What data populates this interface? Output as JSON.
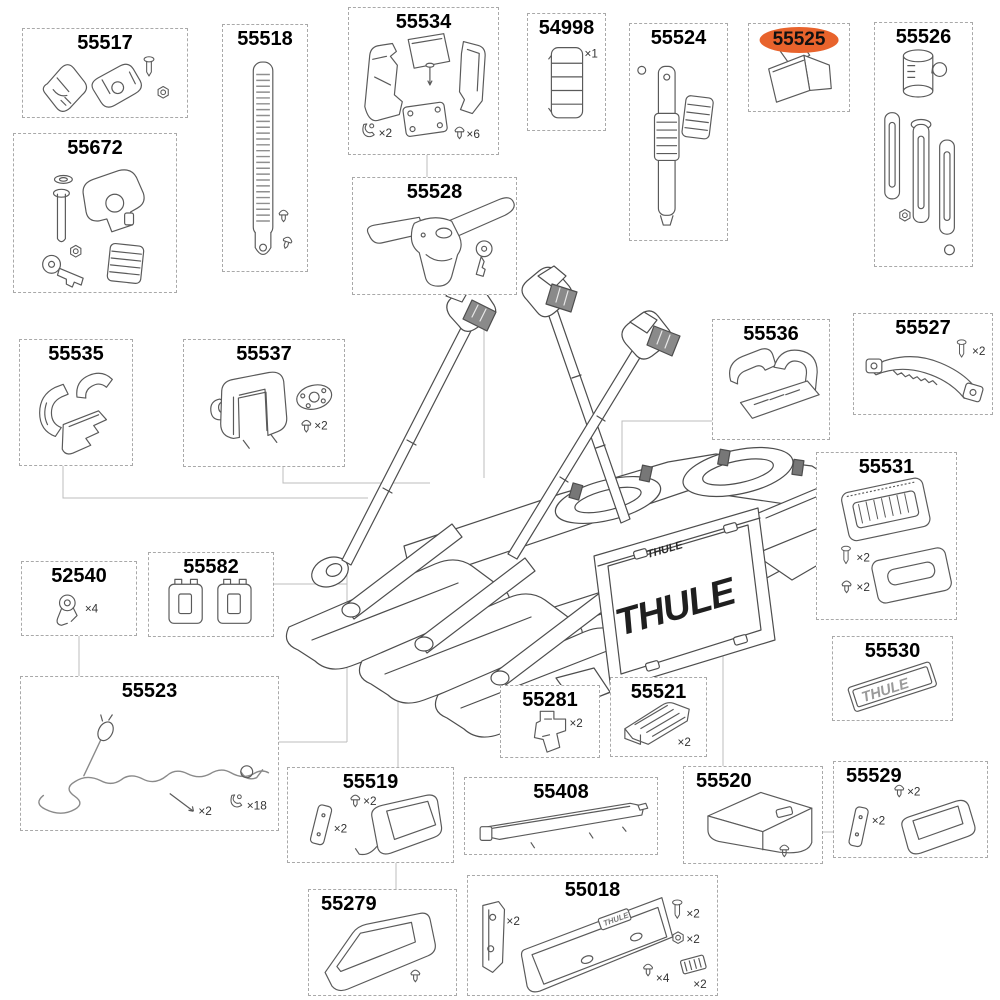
{
  "diagram": {
    "brand_large": "THULE",
    "brand_small": "THULE",
    "highlight_color": "#e8632c"
  },
  "boxes": [
    {
      "id": "55517",
      "label": "55517",
      "quantities": []
    },
    {
      "id": "55518",
      "label": "55518",
      "quantities": []
    },
    {
      "id": "55672",
      "label": "55672",
      "quantities": []
    },
    {
      "id": "55534",
      "label": "55534",
      "quantities": [
        "×2",
        "×6"
      ]
    },
    {
      "id": "54998",
      "label": "54998",
      "quantities": [
        "×1"
      ]
    },
    {
      "id": "55524",
      "label": "55524",
      "quantities": []
    },
    {
      "id": "55525",
      "label": "55525",
      "quantities": [],
      "highlighted": true
    },
    {
      "id": "55526",
      "label": "55526",
      "quantities": []
    },
    {
      "id": "55528",
      "label": "55528",
      "quantities": []
    },
    {
      "id": "55535",
      "label": "55535",
      "quantities": []
    },
    {
      "id": "55537",
      "label": "55537",
      "quantities": [
        "×2"
      ]
    },
    {
      "id": "55536",
      "label": "55536",
      "quantities": []
    },
    {
      "id": "55527",
      "label": "55527",
      "quantities": [
        "×2"
      ]
    },
    {
      "id": "55531",
      "label": "55531",
      "quantities": [
        "×2",
        "×2"
      ]
    },
    {
      "id": "52540",
      "label": "52540",
      "quantities": [
        "×4"
      ]
    },
    {
      "id": "55582",
      "label": "55582",
      "quantities": []
    },
    {
      "id": "55523",
      "label": "55523",
      "quantities": [
        "×2",
        "×18"
      ]
    },
    {
      "id": "55281",
      "label": "55281",
      "quantities": [
        "×2"
      ]
    },
    {
      "id": "55521",
      "label": "55521",
      "quantities": [
        "×2"
      ]
    },
    {
      "id": "55519",
      "label": "55519",
      "quantities": [
        "×2",
        "×2"
      ]
    },
    {
      "id": "55408",
      "label": "55408",
      "quantities": []
    },
    {
      "id": "55530",
      "label": "55530",
      "quantities": [],
      "badge": "THULE"
    },
    {
      "id": "55520",
      "label": "55520",
      "quantities": []
    },
    {
      "id": "55529",
      "label": "55529",
      "quantities": [
        "×2",
        "×2"
      ]
    },
    {
      "id": "55279",
      "label": "55279",
      "quantities": []
    },
    {
      "id": "55018",
      "label": "55018",
      "quantities": [
        "×2",
        "×2",
        "×2",
        "×4",
        "×2"
      ],
      "badge": "THULE"
    }
  ]
}
